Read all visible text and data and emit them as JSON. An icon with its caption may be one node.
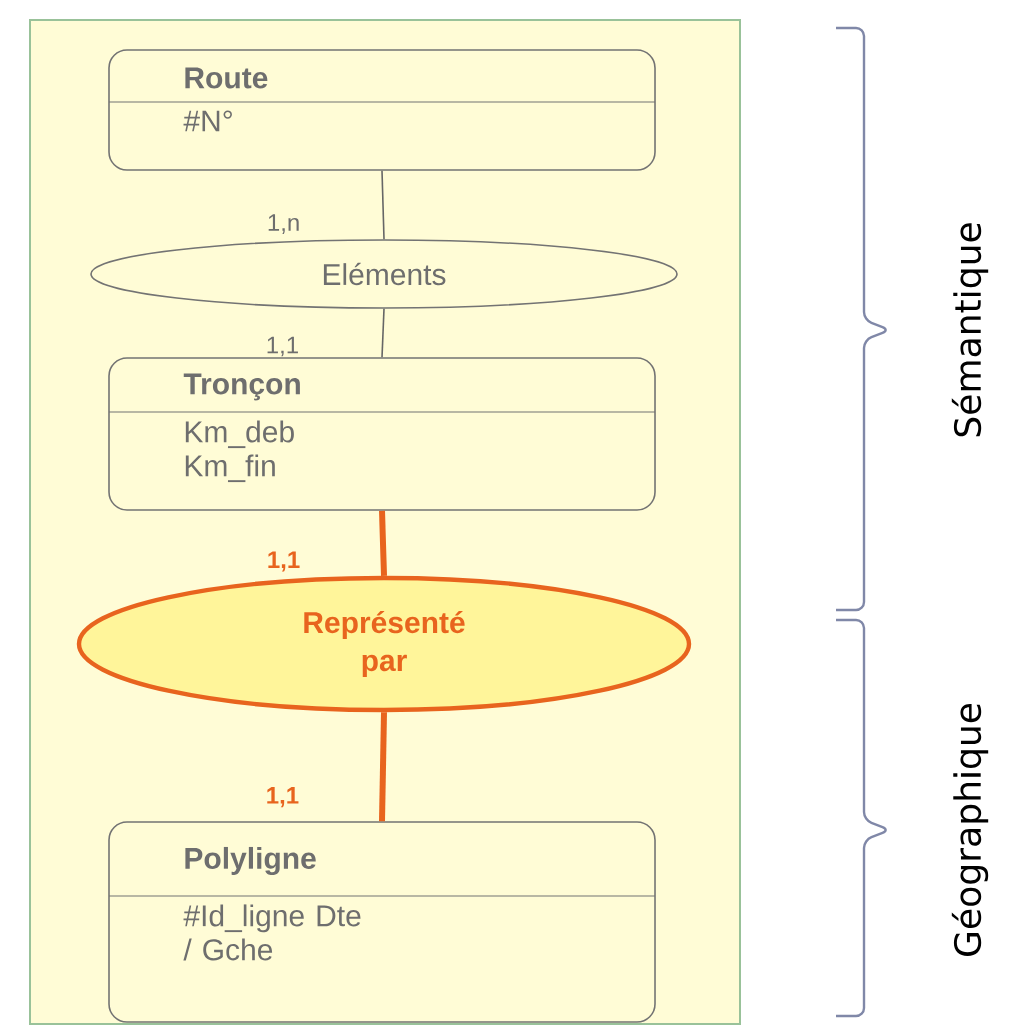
{
  "diagram": {
    "nodes": [
      {
        "text": [
          "Route",
          "#N°"
        ]
      },
      {
        "text": [
          "Eléments"
        ]
      },
      {
        "text": [
          "Tronçon",
          "Km_deb Km_fin"
        ]
      },
      {
        "text": [
          "Représenté par"
        ]
      },
      {
        "text": [
          "Polyligne",
          "#Id_ligne Dte / Gche"
        ]
      }
    ],
    "edges": [
      {
        "from": 0,
        "to": 1,
        "arrow": "none",
        "label": "1,n"
      },
      {
        "from": 1,
        "to": 2,
        "arrow": "none",
        "label": "1,1"
      },
      {
        "from": 2,
        "to": 3,
        "arrow": "none",
        "label": "1,1",
        "style": "thick",
        "color": "#e8641e"
      },
      {
        "from": 3,
        "to": 4,
        "arrow": "none",
        "label": "1,1",
        "style": "thick",
        "color": "#e8641e"
      }
    ],
    "labels": [
      "Sémantique",
      "Géographique"
    ]
  }
}
